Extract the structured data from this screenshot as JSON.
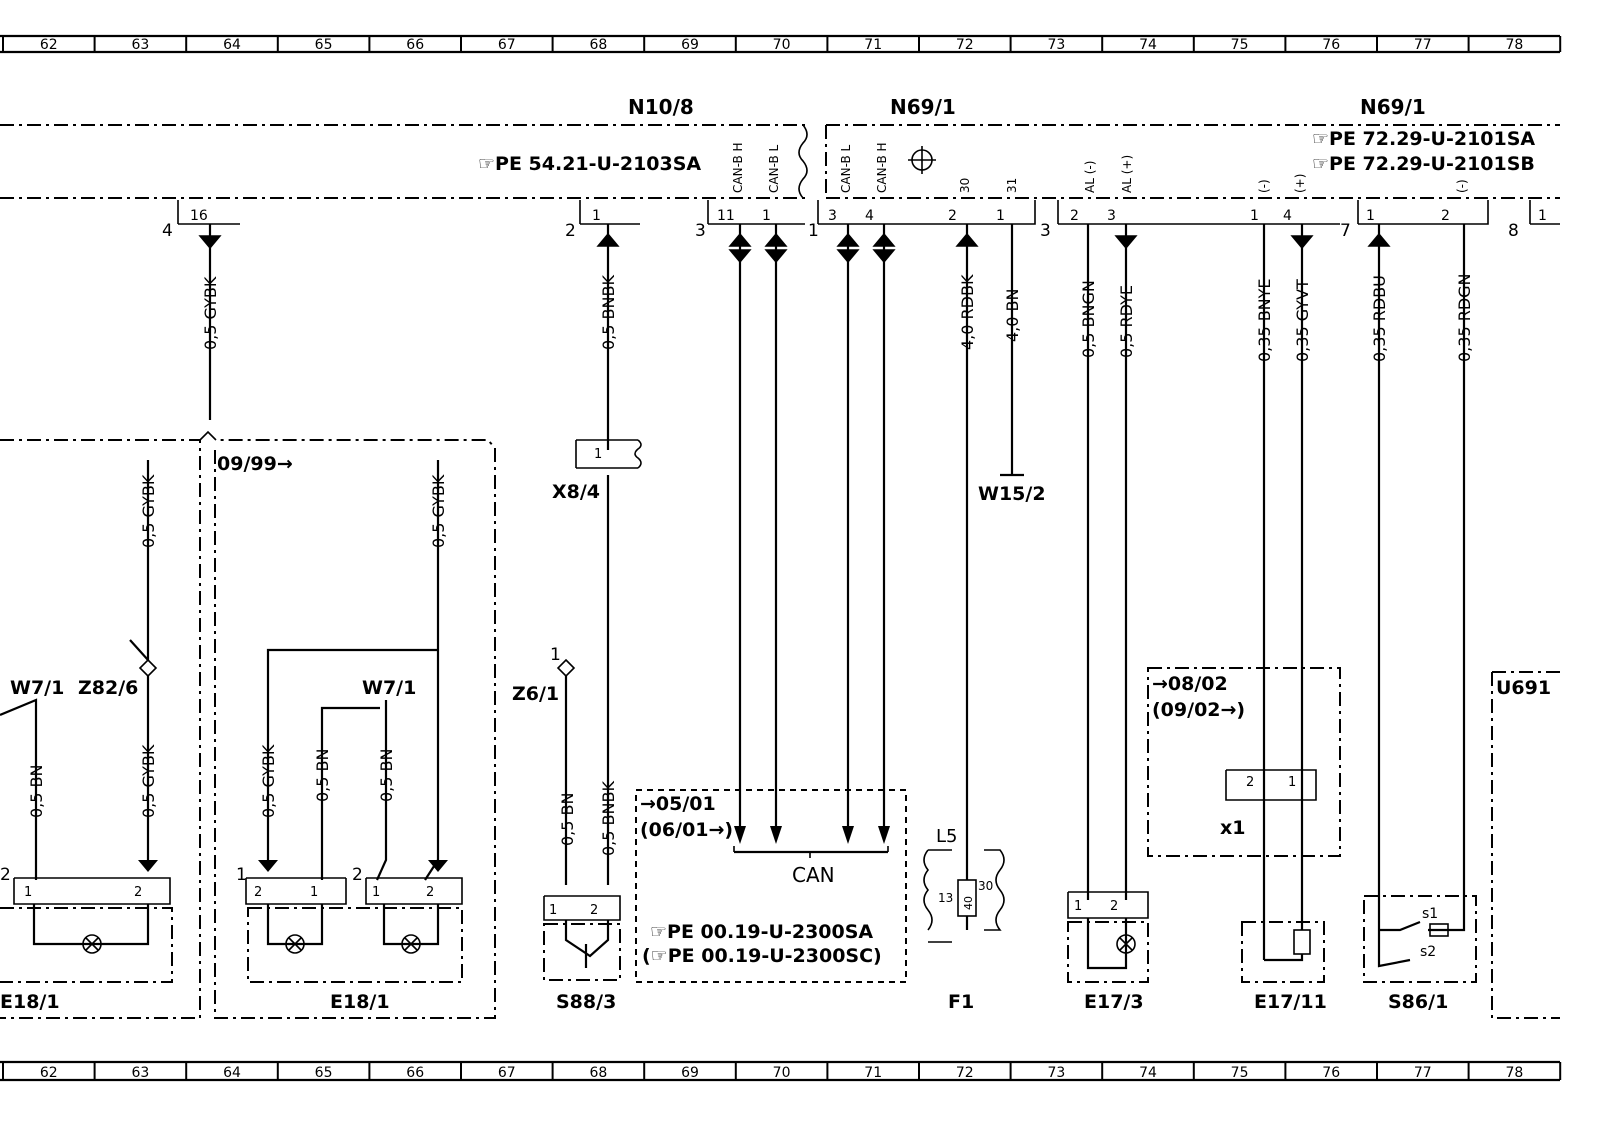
{
  "grid": {
    "columns": [
      "62",
      "63",
      "64",
      "65",
      "66",
      "67",
      "68",
      "69",
      "70",
      "71",
      "72",
      "73",
      "74",
      "75",
      "76",
      "77",
      "78"
    ]
  },
  "components": {
    "n10_8": "N10/8",
    "n69_1_a": "N69/1",
    "n69_1_b": "N69/1",
    "x8_4": "X8/4",
    "w15_2": "W15/2",
    "w7_1_a": "W7/1",
    "w7_1_b": "W7/1",
    "z82_6": "Z82/6",
    "z6_1": "Z6/1",
    "e18_1_a": "E18/1",
    "e18_1_b": "E18/1",
    "s88_3": "S88/3",
    "f1": "F1",
    "l5": "L5",
    "e17_3": "E17/3",
    "e17_11": "E17/11",
    "s86_1": "S86/1",
    "u691": "U691",
    "x1": "x1",
    "can": "CAN"
  },
  "references": {
    "pe_54": "☞PE  54.21-U-2103SA",
    "pe_72_sa": "☞PE  72.29-U-2101SA",
    "pe_72_sb": "☞PE  72.29-U-2101SB",
    "pe_00_sa": "☞PE  00.19-U-2300SA",
    "pe_00_sc": "(☞PE  00.19-U-2300SC)"
  },
  "dates": {
    "d_09_99": "09/99→",
    "d_05_01": "→05/01",
    "d_06_01": "(06/01→)",
    "d_08_02": "→08/02",
    "d_09_02": "(09/02→)"
  },
  "pins": {
    "can_b_h_1": "CAN-B H",
    "can_b_l_1": "CAN-B L",
    "can_b_l_2": "CAN-B L",
    "can_b_h_2": "CAN-B H",
    "p30": "30",
    "p31": "31",
    "al_minus": "AL (-)",
    "al_plus": "AL (+)",
    "minus_1": "(-)",
    "plus_1": "(+)",
    "minus_2": "(-)",
    "s1": "s1",
    "s2": "s2",
    "fuse_40": "40",
    "fuse_13": "13",
    "fuse_30": "30"
  },
  "wires": {
    "w64": "0,5 GYBK",
    "w68": "0,5 BNBK",
    "w72a": "4,0 RDBK",
    "w72b": "4,0 BN",
    "w73": "0,5 BNGN",
    "w74": "0,5 RDYE",
    "w75": "0,35 BNYE",
    "w76": "0,35 GYVT",
    "w77": "0,35 RDBU",
    "w78": "0,35 RDGN",
    "w63_up": "0,5 GYBK",
    "w66_up": "0,5 GYBK",
    "w62_low": "0,5 BN",
    "w63_low": "0,5 GYBK",
    "w64_low": "0,5 GYBK",
    "w65_low": "0,5 BN",
    "w66_low": "0,5 BN",
    "w68a_low": "0,5 BN",
    "w68b_low": "0,5 BNBK"
  },
  "connector_pins": {
    "c4": "4",
    "c16": "16",
    "c2": "2",
    "c1a": "1",
    "c3a": "3",
    "c11": "11",
    "c1b": "1",
    "c1c": "1",
    "c3b": "3",
    "c4b": "4",
    "c2b": "2",
    "c1d": "1",
    "c3c": "3",
    "c2c": "2",
    "c3d": "3",
    "c1e": "1",
    "c4c": "4",
    "c7": "7",
    "c1f": "1",
    "c2d": "2",
    "c8": "8",
    "c1g": "1",
    "x84_1": "1",
    "z6_pin": "1",
    "e18a_2": "2",
    "e18a_1": "1",
    "e18a_2b": "2",
    "e18b_1": "1",
    "e18b_2": "2",
    "e18b_1b": "1",
    "e18b_2b": "2",
    "e18b_1c": "1",
    "e18b_2c": "2",
    "s88_1": "1",
    "s88_2": "2",
    "e17_1": "1",
    "e17_2": "2",
    "x1_2": "2",
    "x1_1": "1"
  }
}
